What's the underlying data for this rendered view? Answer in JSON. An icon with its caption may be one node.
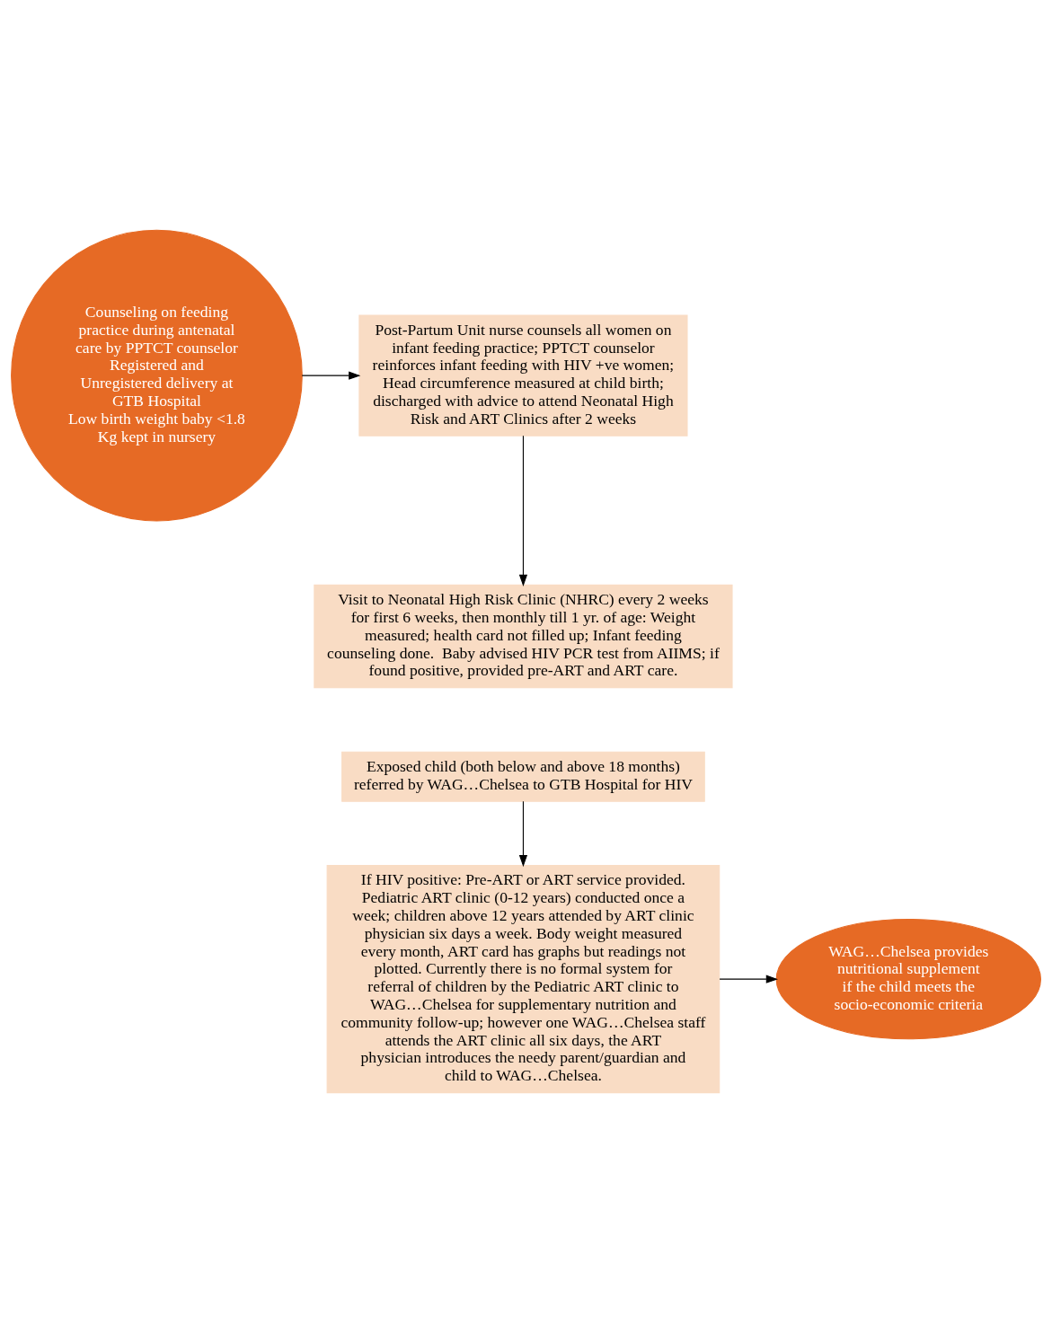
{
  "diagram": {
    "nodes": [
      {
        "text": [
          "Counseling on feeding practice during antenatal care by PPTCT counselor",
          "Registered and Unregistered delivery at GTB Hospital",
          "Low birth weight baby <1.8 Kg kept in nursery"
        ]
      },
      {
        "text": [
          "Post-Partum Unit nurse counsels all women on infant feeding practice; PPTCT counselor reinforces infant feeding with HIV +ve women; Head circumference measured at child birth; discharged with advice to attend Neonatal High Risk and ART Clinics after 2 weeks"
        ]
      },
      {
        "text": [
          "Visit to Neonatal High Risk Clinic (NHRC) every 2 weeks for first 6 weeks, then monthly till 1 yr. of age: Weight measured; health card not filled up; Infant feeding counseling done.  Baby advised HIV PCR test from AIIMS; if found positive, provided pre-ART and ART care."
        ]
      },
      {
        "text": [
          "Exposed child (both below and above 18 months) referred by WAG…Chelsea to GTB Hospital for HIV"
        ]
      },
      {
        "text": [
          "If HIV positive: Pre-ART or ART service provided. Pediatric ART clinic (0-12 years) conducted once a week; children above 12 years attended by ART clinic physician six days a week. Body weight measured every month, ART card has graphs but readings not plotted. Currently there is no formal system for referral of children by the Pediatric ART clinic to WAG…Chelsea for supplementary nutrition and community follow-up; however one WAG…Chelsea staff attends the ART clinic all six days, the ART physician introduces the needy parent/guardian and child to WAG…Chelsea."
        ]
      },
      {
        "text": [
          "WAG…Chelsea provides nutritional supplement if the child meets the socio-economic criteria"
        ]
      }
    ],
    "edges": [
      {
        "from": 0,
        "to": 1,
        "arrow": "to"
      },
      {
        "from": 1,
        "to": 2,
        "arrow": "to"
      },
      {
        "from": 3,
        "to": 4,
        "arrow": "to"
      },
      {
        "from": 4,
        "to": 5,
        "arrow": "to"
      }
    ]
  }
}
